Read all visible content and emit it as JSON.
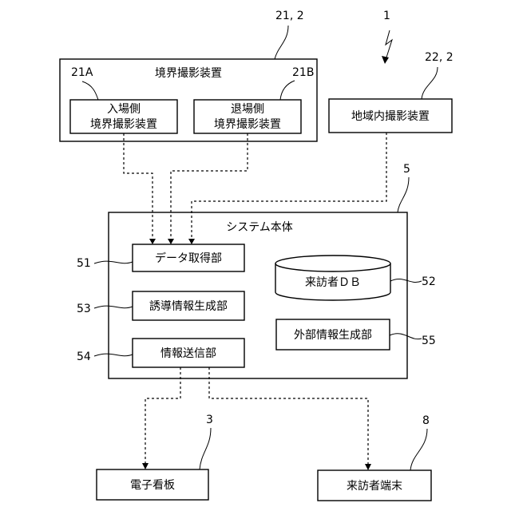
{
  "refs": {
    "ref_system_all": "1",
    "ref_boundary": "21, 2",
    "ref_boundary_entry": "21A",
    "ref_boundary_exit": "21B",
    "ref_area": "22, 2",
    "ref_main": "5",
    "ref_data_acq": "51",
    "ref_db": "52",
    "ref_guidance": "53",
    "ref_info_send": "54",
    "ref_external": "55",
    "ref_signage": "3",
    "ref_terminal": "8"
  },
  "labels": {
    "boundary_group_title": "境界撮影装置",
    "entry_line1": "入場側",
    "entry_line2": "境界撮影装置",
    "exit_line1": "退場側",
    "exit_line2": "境界撮影装置",
    "area_camera": "地域内撮影装置",
    "system_title": "システム本体",
    "data_acq": "データ取得部",
    "visitor_db": "来訪者ＤＢ",
    "guidance": "誘導情報生成部",
    "info_send": "情報送信部",
    "external": "外部情報生成部",
    "signage": "電子看板",
    "terminal": "来訪者端末"
  }
}
